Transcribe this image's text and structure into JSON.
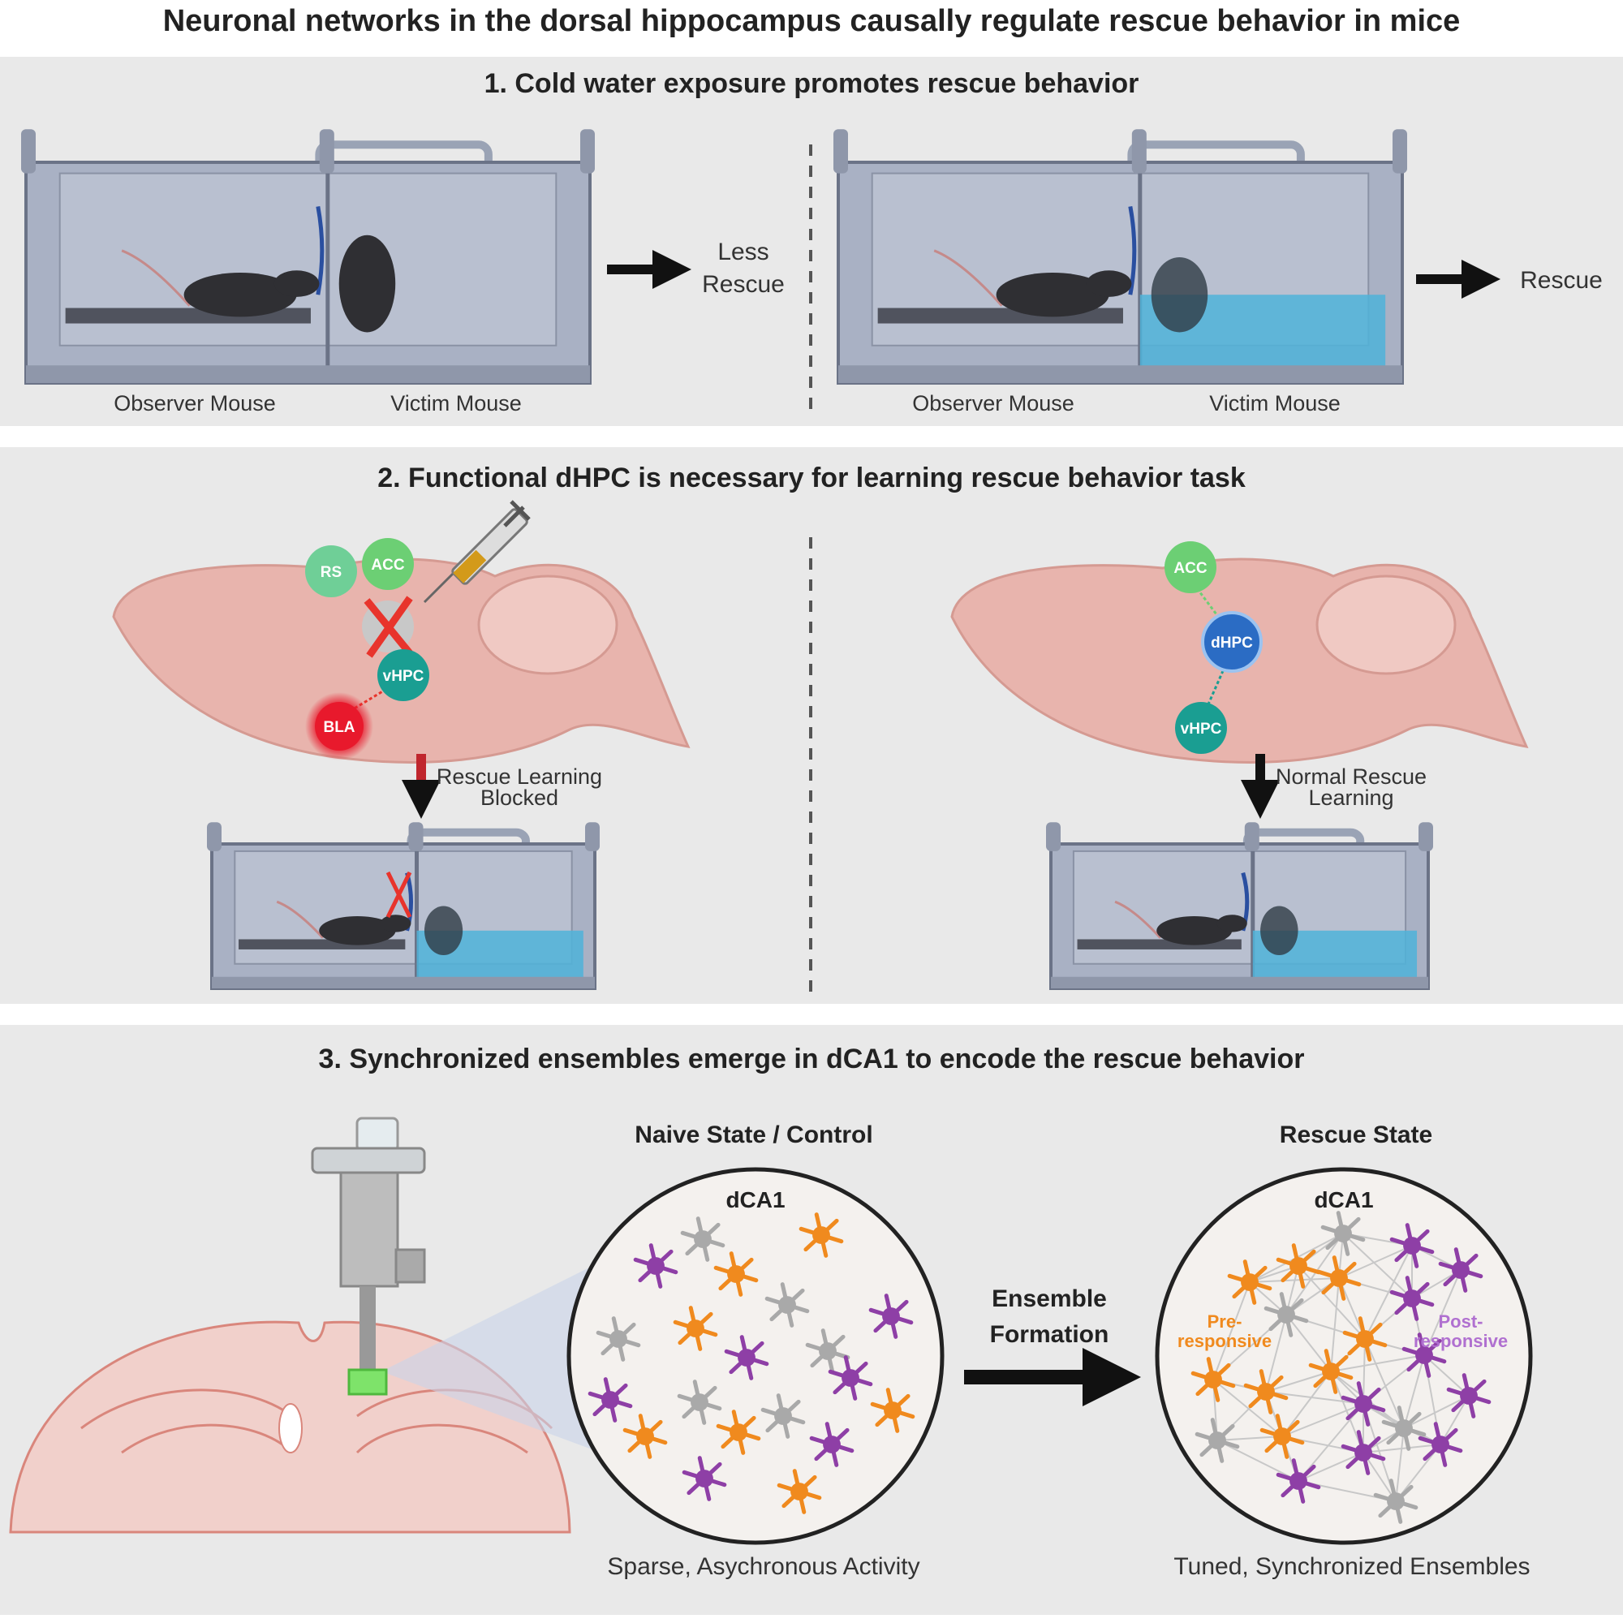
{
  "title": "Neuronal networks in the dorsal hippocampus causally regulate rescue behavior in mice",
  "colors": {
    "panel_bg": "#e9e9e9",
    "water": "#4fb3d9",
    "orange_neuron": "#f08a1e",
    "purple_neuron": "#8e3fa6",
    "gray_neuron": "#a9a9a9",
    "brain": "#e8b4ad",
    "blocked_arrow": "#c0262d"
  },
  "panel1": {
    "heading": "1.  Cold water exposure promotes rescue behavior",
    "left": {
      "observer": "Observer Mouse",
      "victim": "Victim Mouse",
      "outcome_line1": "Less",
      "outcome_line2": "Rescue"
    },
    "right": {
      "observer": "Observer Mouse",
      "victim": "Victim Mouse",
      "outcome": "Rescue"
    }
  },
  "panel2": {
    "heading": "2. Functional dHPC is necessary for learning rescue behavior task",
    "left": {
      "nodes": {
        "rs": "RS",
        "acc": "ACC",
        "vhpc": "vHPC",
        "bla": "BLA"
      },
      "outcome_line1": "Rescue Learning",
      "outcome_line2": "Blocked"
    },
    "right": {
      "nodes": {
        "acc": "ACC",
        "dhpc": "dHPC",
        "vhpc": "vHPC"
      },
      "outcome_line1": "Normal Rescue",
      "outcome_line2": "Learning"
    }
  },
  "panel3": {
    "heading": "3. Synchronized ensembles emerge in dCA1 to encode the rescue behavior",
    "naive": {
      "title": "Naive State / Control",
      "region": "dCA1",
      "caption": "Sparse, Asychronous Activity"
    },
    "transition": {
      "line1": "Ensemble",
      "line2": "Formation"
    },
    "rescue": {
      "title": "Rescue State",
      "region": "dCA1",
      "pre_label_1": "Pre-",
      "pre_label_2": "responsive",
      "post_label_1": "Post-",
      "post_label_2": "responsive",
      "caption": "Tuned, Synchronized Ensembles"
    }
  }
}
